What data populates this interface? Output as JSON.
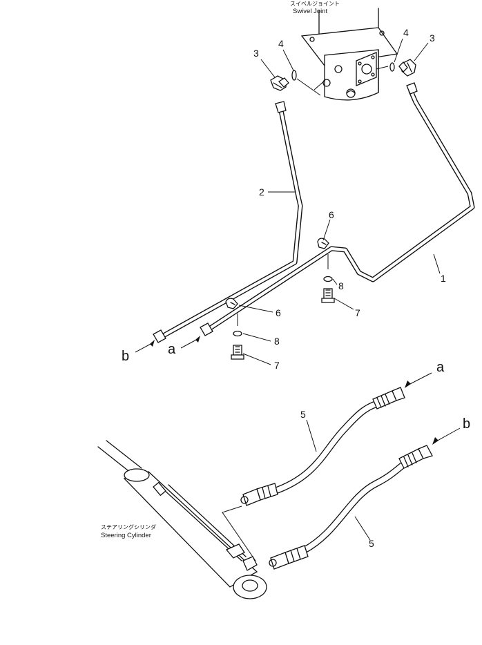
{
  "labels": {
    "swivel_joint_jp": "スイベルジョイント",
    "swivel_joint_en": "Swivel Joint",
    "steering_cylinder_jp": "ステアリングシリンダ",
    "steering_cylinder_en": "Steering Cylinder"
  },
  "callouts": {
    "c3_left": "3",
    "c4_left": "4",
    "c4_right": "4",
    "c3_right": "3",
    "c2": "2",
    "c1": "1",
    "c6_upper": "6",
    "c8_upper": "8",
    "c7_upper": "7",
    "c6_lower": "6",
    "c8_lower": "8",
    "c7_lower": "7",
    "c5_upper": "5",
    "c5_lower": "5"
  },
  "connections": {
    "a_top": "a",
    "b_top": "b",
    "a_bottom": "a",
    "b_bottom": "b"
  }
}
